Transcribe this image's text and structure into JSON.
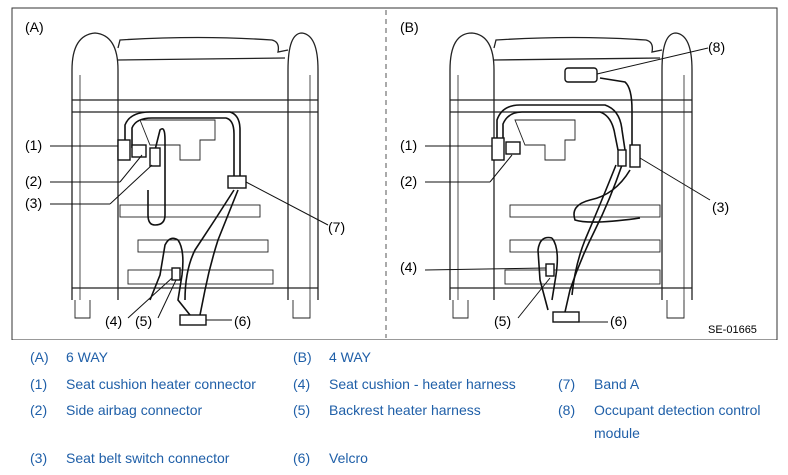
{
  "figure": {
    "panel_a": "(A)",
    "panel_b": "(B)",
    "figure_code": "SE-01665",
    "callouts_a": [
      "(1)",
      "(2)",
      "(3)",
      "(4)",
      "(5)",
      "(6)",
      "(7)"
    ],
    "callouts_b": [
      "(1)",
      "(2)",
      "(3)",
      "(4)",
      "(5)",
      "(6)",
      "(8)"
    ]
  },
  "legend": [
    {
      "key": "(A)",
      "label": "6 WAY"
    },
    {
      "key": "(B)",
      "label": "4 WAY"
    },
    {
      "key": "(1)",
      "label": "Seat cushion heater connector"
    },
    {
      "key": "(4)",
      "label": "Seat cushion - heater harness"
    },
    {
      "key": "(7)",
      "label": "Band A"
    },
    {
      "key": "(2)",
      "label": "Side airbag connector"
    },
    {
      "key": "(5)",
      "label": "Backrest heater harness"
    },
    {
      "key": "(8)",
      "label": "Occupant detection control"
    },
    {
      "key": "",
      "label": "module"
    },
    {
      "key": "(3)",
      "label": "Seat belt switch connector"
    },
    {
      "key": "(6)",
      "label": "Velcro"
    }
  ]
}
